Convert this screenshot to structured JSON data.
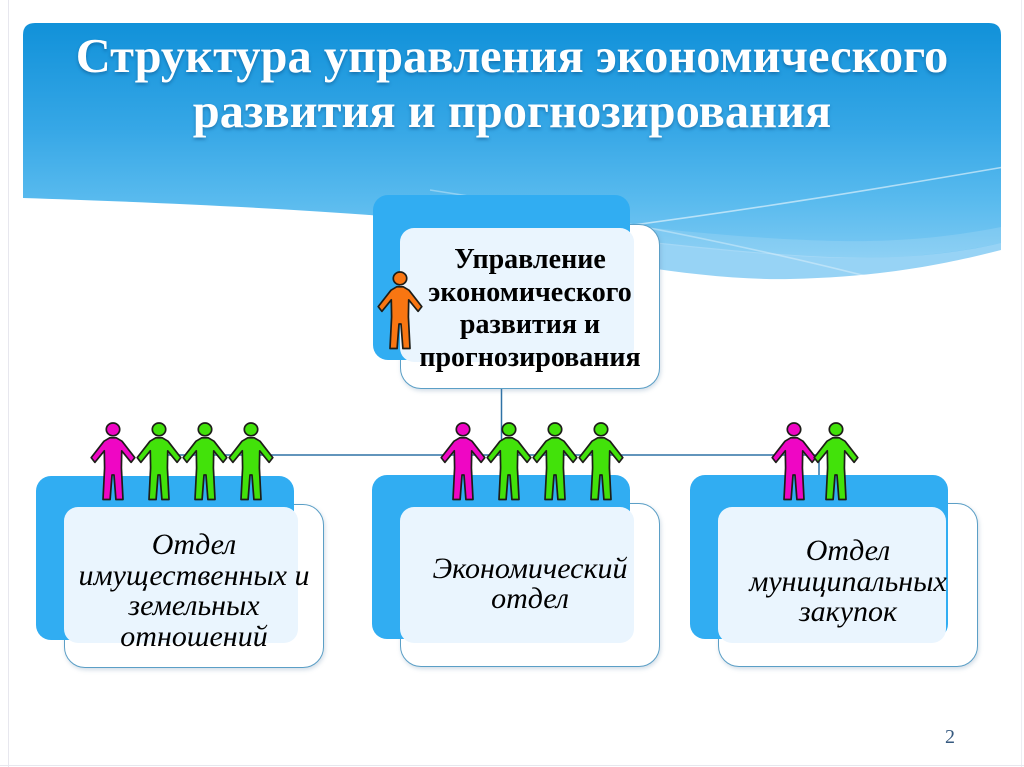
{
  "slide": {
    "title_lines": [
      "Структура управления экономического",
      "развития и прогнозирования"
    ],
    "page_number": "2"
  },
  "org_chart": {
    "root": {
      "label": "Управление экономического развития и прогнозирования",
      "lines": [
        "Управление",
        "экономического",
        "развития и",
        "прогнозирования"
      ],
      "members": [
        "orange"
      ]
    },
    "departments": [
      {
        "label": "Отдел имущественных и земельных отношений",
        "lines": [
          "Отдел",
          "имущественных и",
          "земельных",
          "отношений"
        ],
        "members": [
          "magenta",
          "green",
          "green",
          "green"
        ]
      },
      {
        "label": "Экономический отдел",
        "lines": [
          "Экономический",
          "отдел"
        ],
        "members": [
          "magenta",
          "green",
          "green",
          "green"
        ]
      },
      {
        "label": "Отдел муниципальных закупок",
        "lines": [
          "Отдел",
          "муниципальных",
          "закупок"
        ],
        "members": [
          "magenta",
          "green"
        ]
      }
    ]
  },
  "colors": {
    "header_top": "#1191d9",
    "header_mid": "#36a7e6",
    "header_bottom": "#74c7f3",
    "wave_band": "#97d3f5",
    "node_back": "#31adf2",
    "node_border": "#5b9fc6",
    "node_pale": "#eaf5fe",
    "connector": "#2f72a6",
    "person_orange": "#f97612",
    "person_magenta": "#ef06c4",
    "person_green": "#42e20a",
    "person_outline": "#1d1d18",
    "title_text": "#ffffff",
    "body_text": "#000000",
    "page_number_text": "#3c5a76"
  }
}
